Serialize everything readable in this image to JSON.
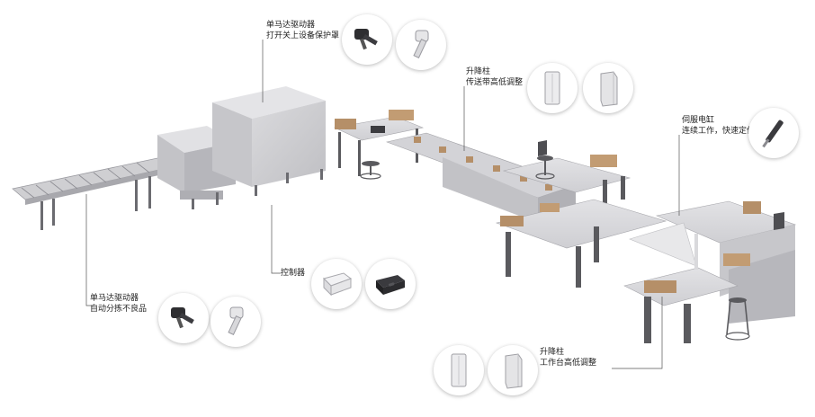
{
  "callouts": {
    "top_motor": {
      "line1": "单马达驱动器",
      "line2": "打开关上设备保护罩"
    },
    "lift_conveyor": {
      "line1": "升降柱",
      "line2": "传送带高低调整"
    },
    "servo": {
      "line1": "伺服电缸",
      "line2": "连续工作，快速定位"
    },
    "controller": {
      "line1": "控制器"
    },
    "sort_motor": {
      "line1": "单马达驱动器",
      "line2": "自动分拣不良品"
    },
    "lift_workbench": {
      "line1": "升降柱",
      "line2": "工作台高低调整"
    }
  },
  "icons": [
    "motor-actuator-black-icon",
    "actuator-white-icon",
    "lifting-column-round-icon",
    "lifting-column-angled-icon",
    "servo-cylinder-icon",
    "controller-white-icon",
    "controller-black-icon"
  ],
  "colors": {
    "equipment": "#c9c9cd",
    "equipment_dark": "#a9a9ae",
    "tabletop": "#d7d7db",
    "leg": "#5a5a5e",
    "box": "#b58f68",
    "leader_line": "#555555"
  }
}
